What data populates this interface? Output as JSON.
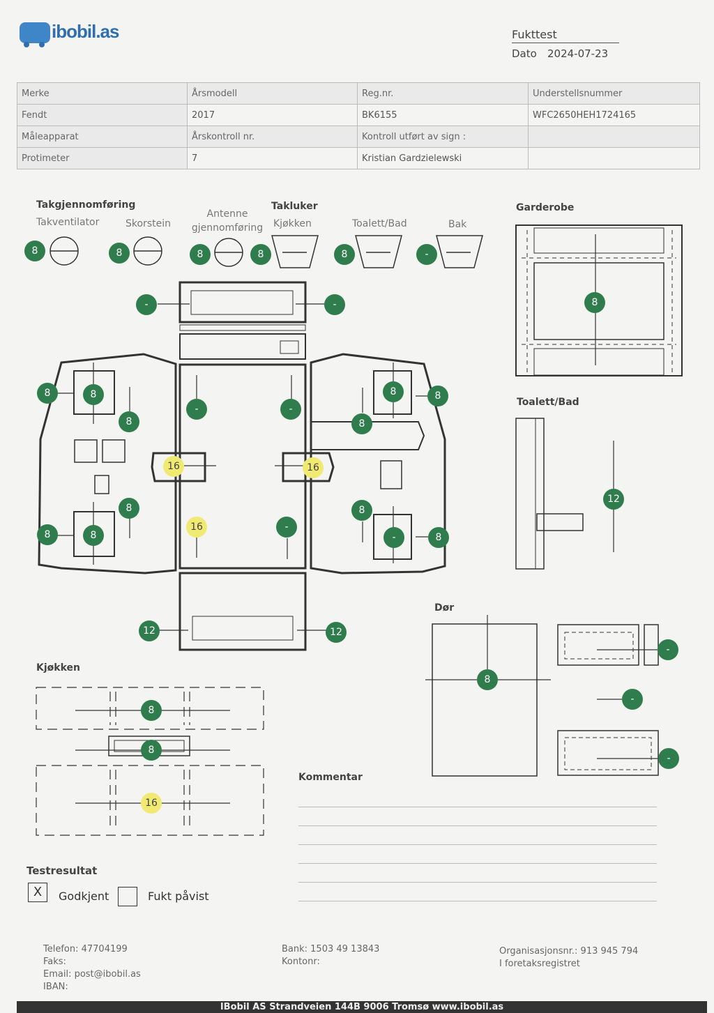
{
  "logo": {
    "text": "ibobil.as"
  },
  "doc": {
    "title": "Fukttest",
    "date_label": "Dato",
    "date": "2024-07-23"
  },
  "info_table": {
    "rows": [
      [
        "Merke",
        "Årsmodell",
        "Reg.nr.",
        "Understellsnummer"
      ],
      [
        "Fendt",
        "2017",
        "BK6155",
        "WFC2650HEH1724165"
      ],
      [
        "Måleapparat",
        "Årskontroll nr.",
        "Kontroll utført av sign :",
        ""
      ],
      [
        "Protimeter",
        "7",
        "Kristian Gardzielewski",
        ""
      ]
    ]
  },
  "sections": {
    "takgjennomforing": "Takgjennomføring",
    "takventilator": "Takventilator",
    "skorstein": "Skorstein",
    "antenne": "Antenne gjennomføring",
    "takluker": "Takluker",
    "kjokken_sub": "Kjøkken",
    "toalett_sub": "Toalett/Bad",
    "bak": "Bak",
    "garderobe": "Garderobe",
    "toalett_bad": "Toalett/Bad",
    "dor": "Dør",
    "kjokken": "Kjøkken",
    "kommentar": "Kommentar",
    "testresultat": "Testresultat"
  },
  "readings": {
    "r_takvent": "8",
    "r_skor": "8",
    "r_ant": "8",
    "r_kj": "8",
    "r_toa": "8",
    "r_bak": "-",
    "r_front_l": "-",
    "r_front_r": "-",
    "r_l1": "8",
    "r_l2": "8",
    "r_l3": "8",
    "r_l4": "8",
    "r_l5": "8",
    "r_l6": "8",
    "r_c1": "-",
    "r_c2": "-",
    "r_c3": "16",
    "r_c4": "16",
    "r_c5": "16",
    "r_c6": "-",
    "r_r1": "8",
    "r_r2": "8",
    "r_r3": "8",
    "r_r4": "8",
    "r_r5": "-",
    "r_r6": "8",
    "r_back_l": "12",
    "r_back_r": "12",
    "r_garderobe": "8",
    "r_toalett": "12",
    "r_dor": "8",
    "r_dor1": "-",
    "r_dor2": "-",
    "r_dor3": "-",
    "r_kj1": "8",
    "r_kj2": "8",
    "r_kj3": "16"
  },
  "result": {
    "godkjent_mark": "X",
    "godkjent": "Godkjent",
    "fukt_mark": "",
    "fukt": "Fukt påvist"
  },
  "footer": {
    "telefon": "Telefon: 47704199",
    "faks": "Faks:",
    "email": "Email: post@ibobil.as",
    "iban": "IBAN:",
    "bank": "Bank: 1503 49 13843",
    "kontonr": "Kontonr:",
    "orgnr": "Organisasjonsnr.: 913 945 794",
    "foretak": "I foretaksregistret",
    "bar": "IBobil AS  Strandveien 144B 9006 Tromsø  www.ibobil.as"
  }
}
